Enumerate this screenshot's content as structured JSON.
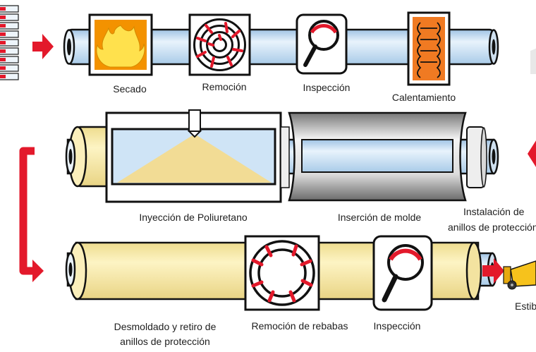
{
  "row1": {
    "steps": [
      {
        "label": "Secado",
        "icon": "flame-icon"
      },
      {
        "label": "Remoción",
        "icon": "blast-wheel-icon"
      },
      {
        "label": "Inspección",
        "icon": "magnifier-icon"
      },
      {
        "label": "Calentamiento",
        "icon": "heating-coil-icon"
      }
    ]
  },
  "row2": {
    "steps": [
      {
        "label": "Inyección de Poliuretano"
      },
      {
        "label": "Inserción de molde"
      },
      {
        "label_line1": "Instalación de",
        "label_line2": "anillos de protección"
      }
    ]
  },
  "row3": {
    "steps": [
      {
        "label_line1": "Desmoldado y retiro de",
        "label_line2": "anillos de protección"
      },
      {
        "label": "Remoción de rebabas",
        "icon": "deburring-wheel-icon"
      },
      {
        "label": "Inspección",
        "icon": "magnifier-icon"
      },
      {
        "label": "Estib",
        "icon": "forklift-icon"
      }
    ]
  },
  "colors": {
    "pipe": "#cfe4f6",
    "insulation": "#f6e8a6",
    "arrow": "#e3192b",
    "flame_bg": "#f39200",
    "flame": "#ffe14d",
    "heater": "#f07a22",
    "foam": "#f2dc95"
  }
}
